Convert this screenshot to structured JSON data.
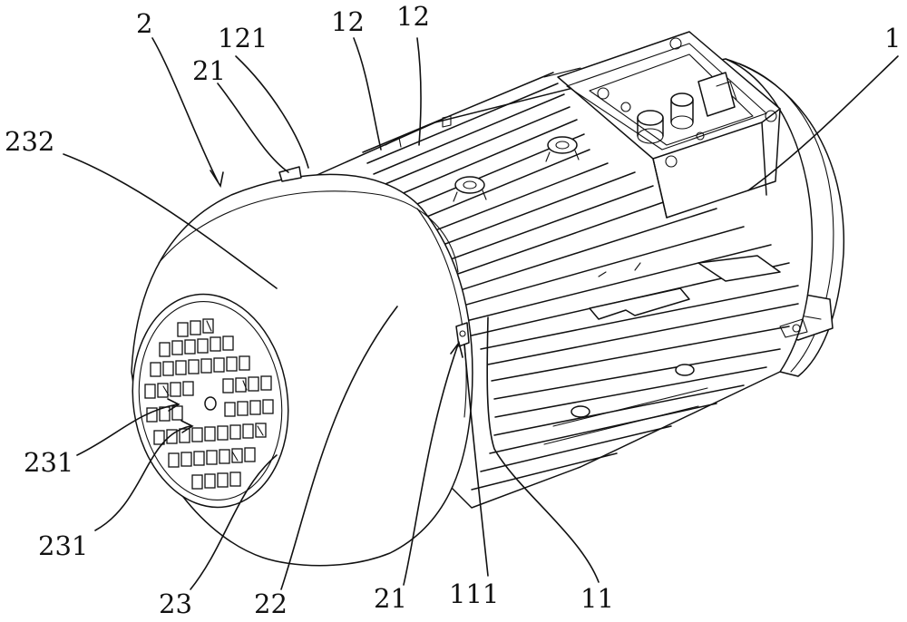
{
  "labels": {
    "label_2": "2",
    "label_121": "121",
    "label_12_a": "12",
    "label_12_b": "12",
    "label_1": "1",
    "label_21_top": "21",
    "label_232": "232",
    "label_231_a": "231",
    "label_231_b": "231",
    "label_23": "23",
    "label_22": "22",
    "label_21_bottom": "21",
    "label_111": "111",
    "label_11": "11"
  }
}
